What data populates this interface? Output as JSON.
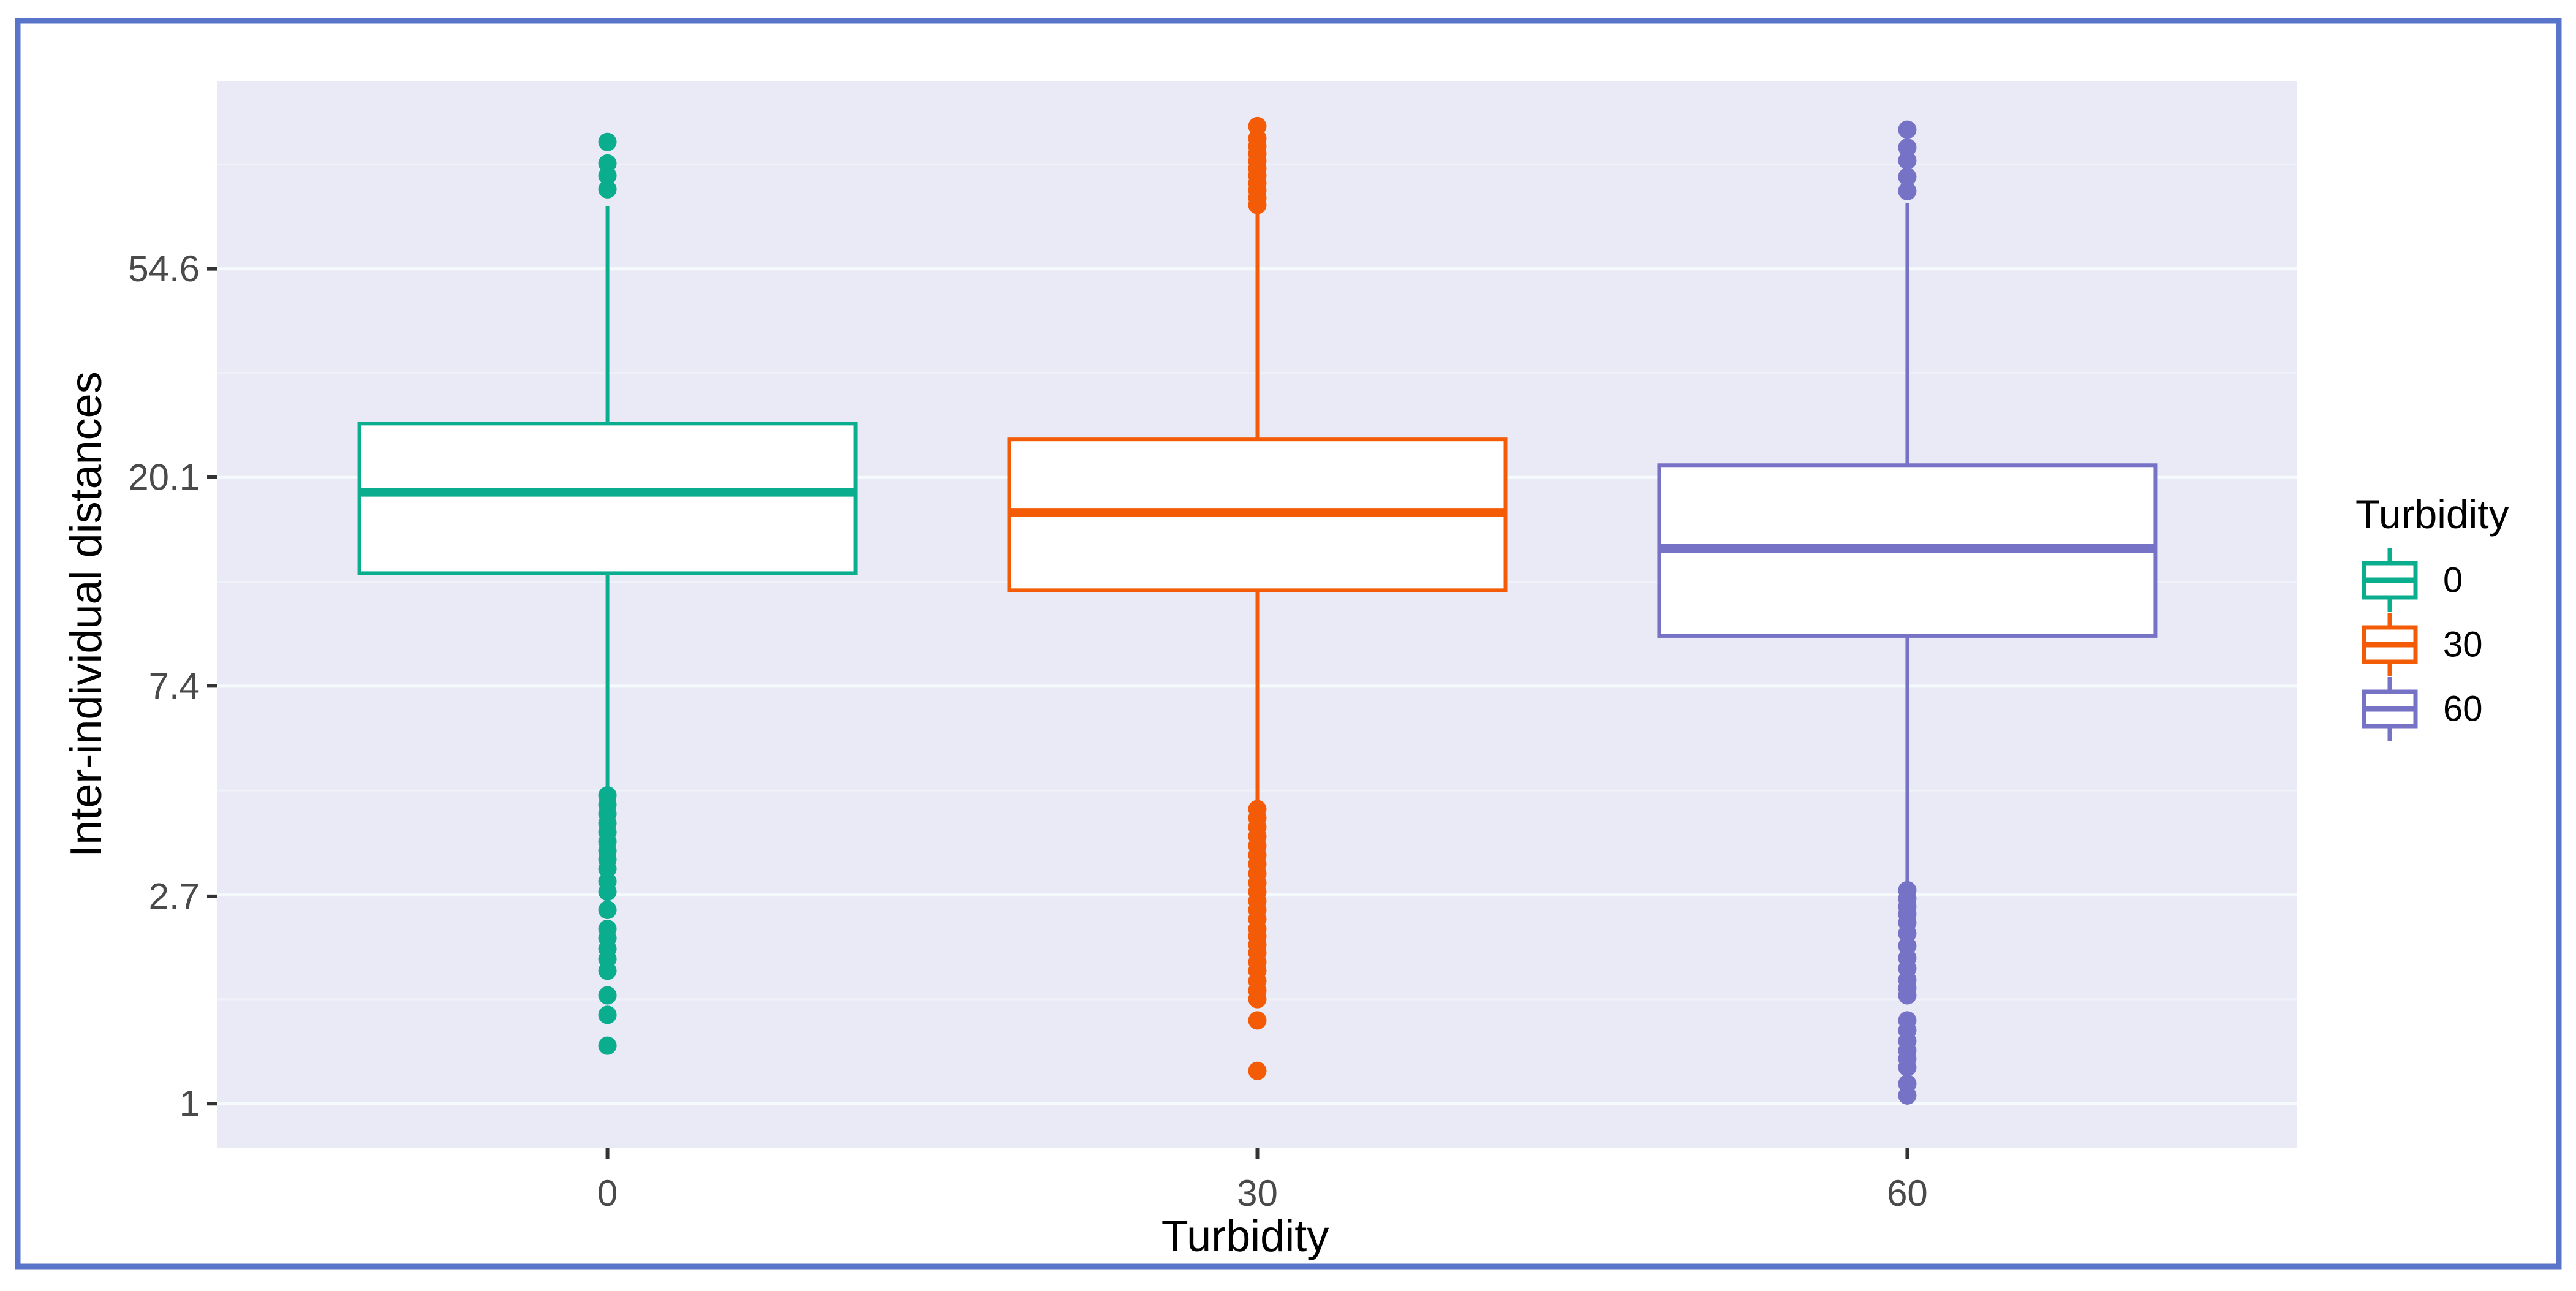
{
  "page": {
    "background": "#ffffff",
    "frame_border_color": "#5875CA"
  },
  "chart_data": {
    "type": "boxplot",
    "title": "",
    "xlabel": "Turbidity",
    "ylabel": "Inter-individual distances",
    "categories": [
      "0",
      "30",
      "60"
    ],
    "y_scale": "log-e",
    "y_domain": [
      0.81,
      134.3
    ],
    "y_ticks": [
      {
        "v": 1,
        "label": "1"
      },
      {
        "v": 2.7,
        "label": "2.7"
      },
      {
        "v": 7.4,
        "label": "7.4"
      },
      {
        "v": 20.1,
        "label": "20.1"
      },
      {
        "v": 54.6,
        "label": "54.6"
      }
    ],
    "grid": {
      "major_values": [
        1,
        2.718,
        7.389,
        20.086,
        54.598
      ],
      "minor_values": [
        1.649,
        4.482,
        12.182,
        33.115,
        90.017
      ]
    },
    "legend": {
      "title": "Turbidity",
      "position": "right",
      "entries": [
        {
          "label": "0",
          "color": "#0BAD8F"
        },
        {
          "label": "30",
          "color": "#F35B07"
        },
        {
          "label": "60",
          "color": "#7672C6"
        }
      ]
    },
    "series": [
      {
        "name": "0",
        "color": "#0BAD8F",
        "q1": 12.7,
        "median": 18.7,
        "q3": 26.0,
        "whisker_low": 4.5,
        "whisker_high": 73.7,
        "outliers_high": [
          100.2,
          90.4,
          85.3,
          79.9
        ],
        "outliers_low": [
          4.38,
          4.19,
          4.01,
          3.83,
          3.67,
          3.51,
          3.36,
          3.22,
          3.08,
          2.9,
          2.76,
          2.53,
          2.31,
          2.21,
          2.1,
          2.0,
          1.89,
          1.68,
          1.53,
          1.32
        ]
      },
      {
        "name": "30",
        "color": "#F35B07",
        "q1": 11.7,
        "median": 17.0,
        "q3": 24.1,
        "whisker_low": 4.15,
        "whisker_high": 71.7,
        "outliers_high": [
          108.1,
          102.0,
          98.2,
          94.8,
          91.5,
          88.3,
          85.3,
          82.3,
          79.5,
          76.7,
          74.1
        ],
        "outliers_low": [
          4.1,
          3.93,
          3.76,
          3.6,
          3.44,
          3.29,
          3.15,
          3.01,
          2.88,
          2.76,
          2.64,
          2.53,
          2.42,
          2.31,
          2.23,
          2.14,
          2.06,
          1.97,
          1.89,
          1.8,
          1.72,
          1.65,
          1.49,
          1.17
        ]
      },
      {
        "name": "60",
        "color": "#7672C6",
        "q1": 9.4,
        "median": 14.3,
        "q3": 21.3,
        "whisker_low": 2.83,
        "whisker_high": 74.8,
        "outliers_high": [
          106.3,
          97.6,
          91.7,
          84.8,
          79.2
        ],
        "outliers_low": [
          2.78,
          2.67,
          2.57,
          2.48,
          2.38,
          2.26,
          2.13,
          2.01,
          1.91,
          1.81,
          1.74,
          1.68,
          1.49,
          1.42,
          1.35,
          1.29,
          1.24,
          1.19,
          1.1,
          1.04
        ]
      }
    ],
    "style": {
      "panel_bg": "#EAEAF6",
      "grid_major_color": "#F5FAFC",
      "grid_minor_color": "#F0F2F9",
      "box_fill": "#FFFFFF",
      "tick_mark_color": "#333333",
      "tick_label_color": "#4A4A4A",
      "axis_title_color": "#000000",
      "legend_text_color": "#000000"
    }
  }
}
